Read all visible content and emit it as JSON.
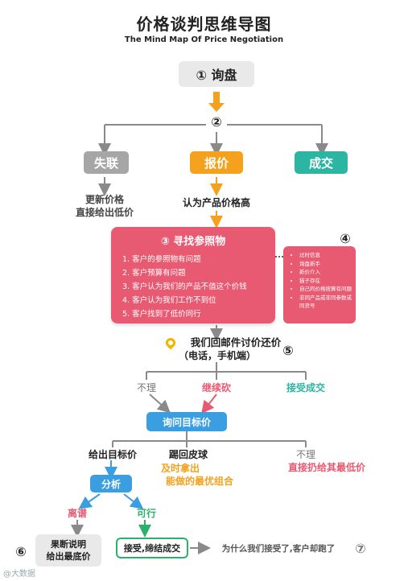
{
  "header": {
    "title": "价格谈判思维导图",
    "subtitle": "The Mind Map Of Price Negotiation"
  },
  "nodes": {
    "inquiry": "① 询盘",
    "step2": "②",
    "lost": "失联",
    "quote": "报价",
    "deal": "成交",
    "lost_note_1": "更新价格",
    "lost_note_2": "直接给出低价",
    "quote_note": "认为产品价格高",
    "step3_title": "③ 寻找参照物",
    "step3_items": [
      "1. 客户的参照物有问题",
      "2. 客户预算有问题",
      "3. 客户认为我们的产品不值这个价钱",
      "4. 客户认为我们工作不到位",
      "5. 客户找到了低价同行"
    ],
    "step4": "④",
    "step4_items": [
      "过时信息",
      "询盘新手",
      "新价介入",
      "猫子存在",
      "自己的价格按算有问题",
      "非同产品或非同参数或同货号"
    ],
    "reply_1": "我们回邮件讨价还价",
    "reply_2": "（电话，手机端）",
    "step5": "⑤",
    "ignore": "不理",
    "continue": "继续砍",
    "accept": "接受成交",
    "ask_target": "询问目标价",
    "give_target": "给出目标价",
    "kick_back": "踢回皮球",
    "kick_note_1": "及时拿出",
    "kick_note_2": "能做的最优组合",
    "ignore2": "不理",
    "ignore2_note": "直接扔给其最低价",
    "analyze": "分析",
    "outrageous": "离谱",
    "feasible": "可行",
    "step6": "⑥",
    "final_1": "果断说明",
    "final_2": "给出最底价",
    "accept_close": "接受,缔结成交",
    "question": "为什么我们接受了,客户却跑了",
    "step7": "⑦"
  },
  "watermark": "@大数据",
  "colors": {
    "orange": "#f4a11d",
    "grey": "#a6a6a6",
    "teal": "#2cb5a3",
    "blue": "#3a9ee0",
    "red": "#e85a72",
    "dark_red": "#cc3344",
    "green": "#2cb06a",
    "line": "#8a8a8a"
  }
}
